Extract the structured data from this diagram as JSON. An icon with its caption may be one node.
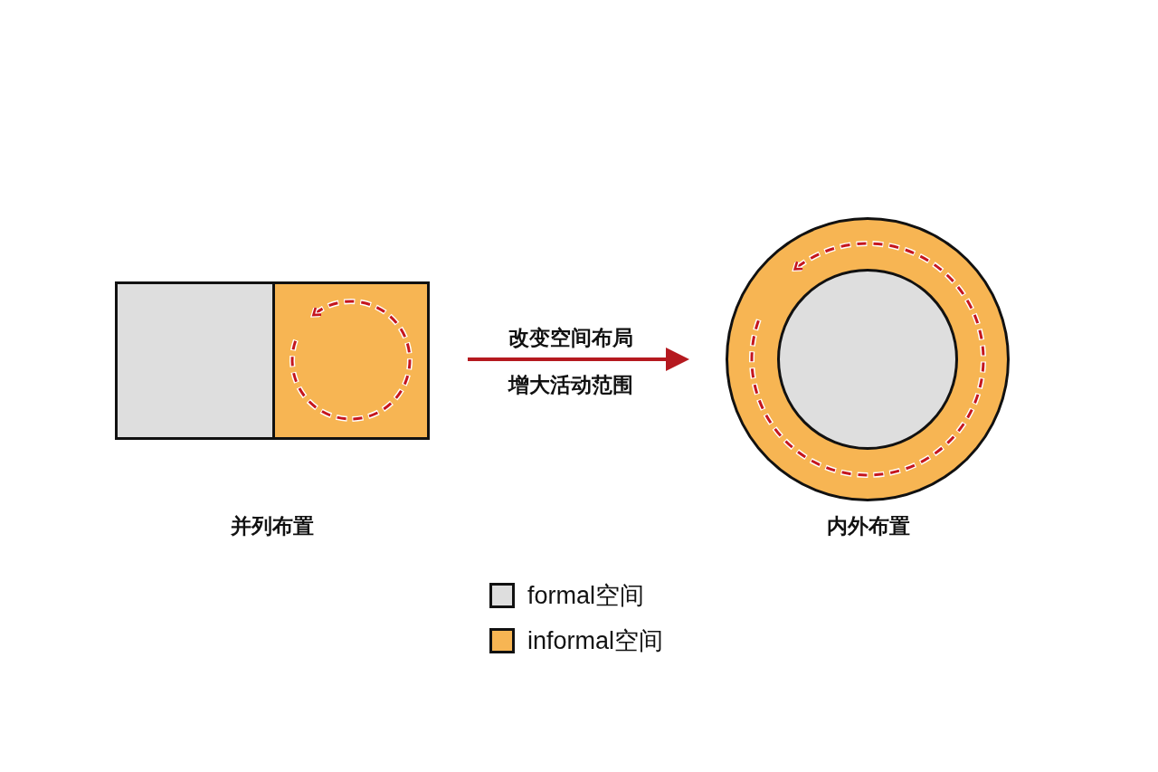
{
  "diagram": {
    "nodes": [
      {
        "text": [],
        "shape": "box"
      },
      {
        "text": [],
        "shape": "box"
      },
      {
        "text": [],
        "shape": "circle"
      },
      {
        "text": [],
        "shape": "circle",
        "in": 2
      }
    ],
    "edges": [
      {
        "from": 1,
        "to": 2,
        "arrow": "to",
        "color": "#b5191f"
      }
    ],
    "labels": [
      "改变空间布局",
      "增大活动范围",
      "并列布置",
      "内外布置"
    ],
    "legend": [
      {
        "text": "formal空间",
        "color": "#dedede"
      },
      {
        "text": "informal空间",
        "color": "#f7b553"
      }
    ]
  }
}
